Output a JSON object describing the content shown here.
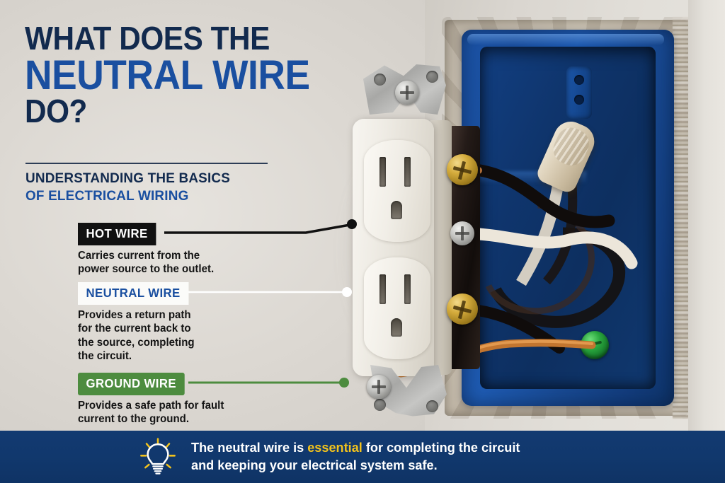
{
  "header": {
    "title_line1": "WHAT DOES THE",
    "title_line2": "NEUTRAL WIRE",
    "title_line3": "DO?",
    "subtitle_line1": "UNDERSTANDING THE BASICS",
    "subtitle_line2": "OF ELECTRICAL WIRING"
  },
  "callouts": [
    {
      "id": "hot-wire",
      "label": "HOT WIRE",
      "description": "Carries current from the\npower source to the outlet.",
      "desc_line1": "Carries current from the",
      "desc_line2": "power source to the outlet.",
      "badge_bg": "#111111",
      "badge_text_color": "#ffffff",
      "leader_color": "#111111"
    },
    {
      "id": "neutral-wire",
      "label": "NEUTRAL WIRE",
      "description": "Provides a return path\nfor the current back to\nthe source, completing\nthe circuit.",
      "desc_line1": "Provides a return path",
      "desc_line2": "for the current back to",
      "desc_line3": "the source, completing",
      "desc_line4": "the circuit.",
      "badge_bg": "#fbfbf9",
      "badge_text_color": "#1a4fa0",
      "leader_color": "#ffffff"
    },
    {
      "id": "ground-wire",
      "label": "GROUND WIRE",
      "description": "Provides a safe path for fault\ncurrent to the ground.",
      "desc_line1": "Provides a safe path for fault",
      "desc_line2": "current to the ground.",
      "badge_bg": "#4d8c3f",
      "badge_text_color": "#ffffff",
      "leader_color": "#4d8c3f"
    }
  ],
  "footer": {
    "icon": "lightbulb-icon",
    "text_part1": "The neutral wire is ",
    "highlight": "essential",
    "text_part2": " for completing the circuit",
    "line2": "and keeping your electrical system safe.",
    "background_color": "#11386d",
    "highlight_color": "#f2c21c"
  },
  "photo": {
    "alt": "close-up photograph of a white duplex electrical outlet mounted in a blue plastic electrical box set into a drywall opening, with black hot wire on brass screw, white neutral wire on silver screw, and bare copper ground wire to a green grounding screw",
    "elements": [
      "white-duplex-receptacle",
      "metal-mounting-strap",
      "black-hot-wire",
      "brass-terminal-screw",
      "white-neutral-wire",
      "silver-terminal-screw",
      "bare-copper-ground-wire",
      "green-ground-screw",
      "blue-electrical-box",
      "beige-wire-nut",
      "drywall-cutout"
    ]
  },
  "theme": {
    "background": "#dedbd6",
    "navy": "#122a4e",
    "blue": "#1a4fa0",
    "green": "#4d8c3f",
    "black": "#111111",
    "white": "#ffffff"
  }
}
